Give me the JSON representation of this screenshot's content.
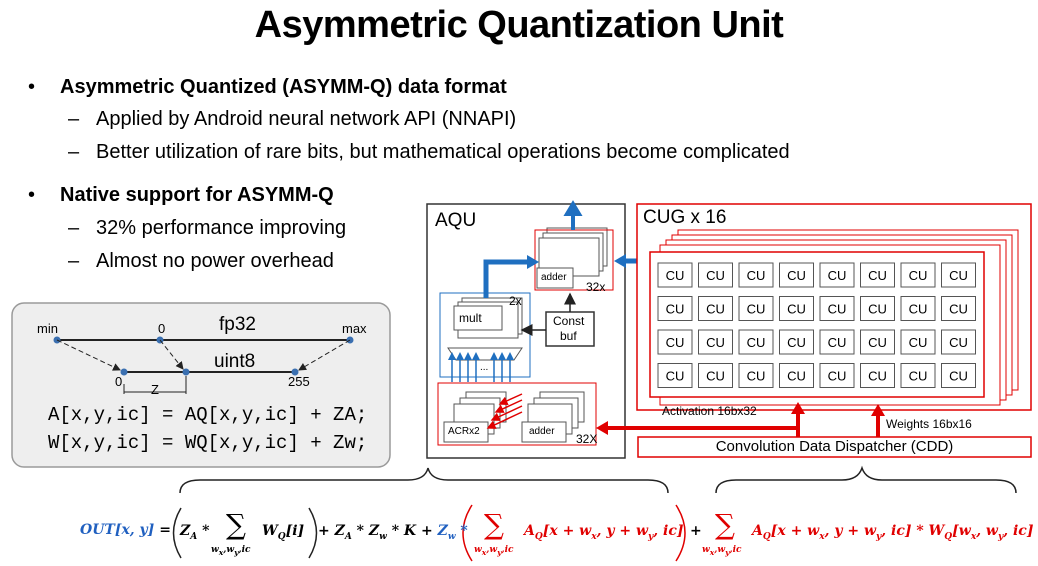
{
  "title": "Asymmetric Quantization Unit",
  "bullets": [
    {
      "text": "Asymmetric Quantized (ASYMM-Q) data format",
      "subs": [
        "Applied by Android neural network API (NNAPI)",
        "Better utilization of rare bits, but mathematical operations become complicated"
      ]
    },
    {
      "text": "Native support for ASYMM-Q",
      "subs": [
        "32% performance improving",
        "Almost no power overhead"
      ]
    }
  ],
  "bullet_mark": "•",
  "dash_mark": "–",
  "quant_box": {
    "min": "min",
    "zero_top": "0",
    "fp32": "fp32",
    "max": "max",
    "uint8": "uint8",
    "zero_bottom": "0",
    "z": "Z",
    "v255": "255",
    "eq1": "A[x,y,ic] = AQ[x,y,ic] + ZA;",
    "eq2": "W[x,y,ic] = WQ[x,y,ic] + Zw;"
  },
  "aqu": {
    "label": "AQU",
    "adder_top": "adder",
    "mult32x": "32x",
    "mult": "mult",
    "x2": "2x",
    "const": "Const",
    "buf": "buf",
    "acrx2": "ACRx2",
    "adder_bottom": "adder",
    "x32": "32X",
    "dots": "..."
  },
  "cug": {
    "label": "CUG x 16",
    "cu_label": "CU",
    "rows": 4,
    "cols": 8,
    "activation": "Activation 16bx32",
    "weights": "Weights 16bx16",
    "cdd": "Convolution Data Dispatcher (CDD)"
  },
  "formula": {
    "out": "OUT[x, y]",
    "eq": "=",
    "za": "Z",
    "za_sub": "A",
    "sum_sub": "w",
    "wq": "W",
    "wq_sub": "Q",
    "idx_i": "[i]",
    "mid": "+ Z_A * Z_w * K + Z_w *",
    "aq_term": "A_Q[x + w_x, y + w_y, ic]",
    "aq_wq_term": "A_Q[x + w_x, y + w_y, ic] * W_Q[w_x, w_y, ic]",
    "plus": "+"
  },
  "colors": {
    "accent_red": "#e00000",
    "accent_blue": "#1f6fc0",
    "formula_blue": "#2060c0"
  }
}
